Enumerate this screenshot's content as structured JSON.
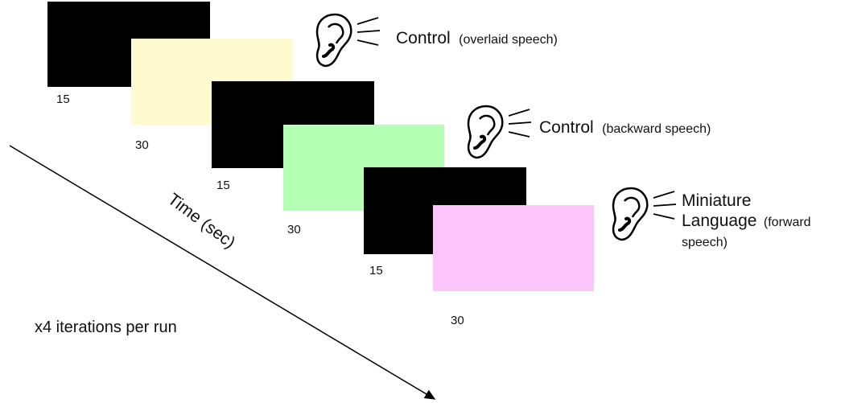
{
  "colors": {
    "rest": "#000000",
    "overlaid": "#fffbd0",
    "backward": "#b4ffb4",
    "forward": "#fcc6fc"
  },
  "blocks": [
    {
      "rest_duration": "15",
      "task_duration": "30",
      "condition": "Control",
      "detail": "(overlaid speech)"
    },
    {
      "rest_duration": "15",
      "task_duration": "30",
      "condition": "Control",
      "detail": "(backward speech)"
    },
    {
      "rest_duration": "15",
      "task_duration": "30",
      "condition_line1": "Miniature",
      "condition_line2": "Language",
      "detail_line2": "(forward",
      "detail_line3": "speech)"
    }
  ],
  "axis_label": "Time (sec)",
  "iterations_label": "x4 iterations per run"
}
